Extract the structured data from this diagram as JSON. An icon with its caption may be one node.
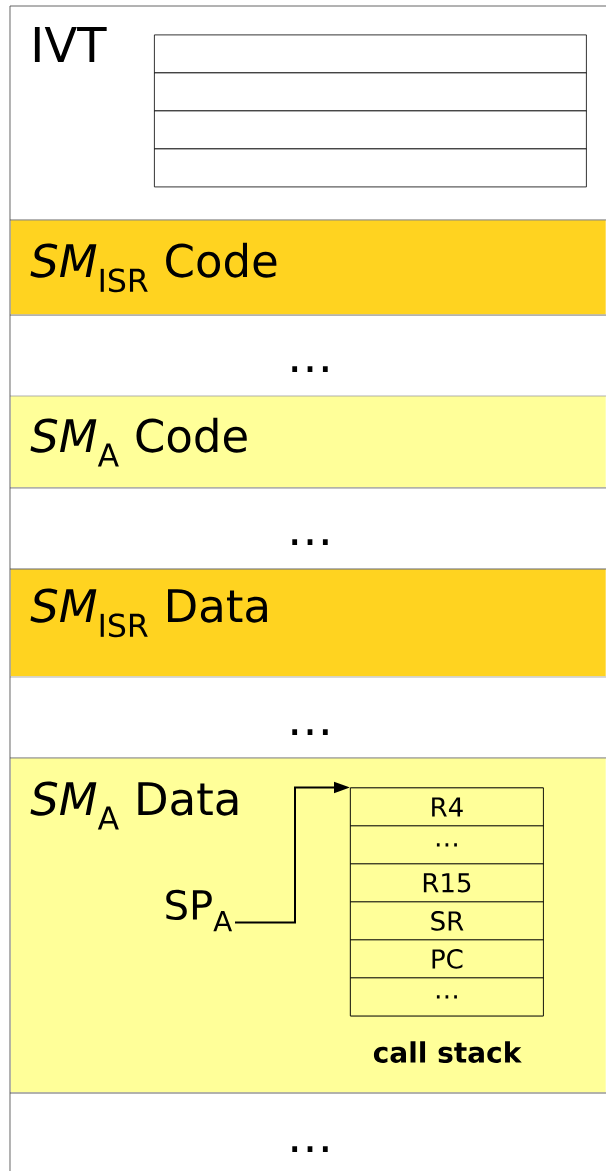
{
  "diagram": {
    "nodes": [
      {
        "text": [
          "IVT"
        ]
      },
      {
        "text": [],
        "shape": "box",
        "in": 0
      },
      {
        "text": [],
        "shape": "box",
        "in": 0
      },
      {
        "text": [],
        "shape": "box",
        "in": 0
      },
      {
        "text": [],
        "shape": "box",
        "in": 0
      },
      {
        "text": [
          "*SM*$_{ISR}$ Code"
        ]
      },
      {
        "text": [
          "…"
        ]
      },
      {
        "text": [
          "*SM*$_{A}$ Code"
        ]
      },
      {
        "text": [
          "…"
        ]
      },
      {
        "text": [
          "*SM*$_{ISR}$ Data"
        ]
      },
      {
        "text": [
          "…"
        ]
      },
      {
        "text": [
          "*SM*$_{A}$ Data"
        ]
      },
      {
        "text": [
          "SP$_{A}$"
        ],
        "in": 11
      },
      {
        "text": [
          "call stack"
        ],
        "in": 11
      },
      {
        "text": [
          "R4"
        ],
        "in": 13
      },
      {
        "text": [
          "…"
        ],
        "in": 13
      },
      {
        "text": [
          "R15"
        ],
        "in": 13
      },
      {
        "text": [
          "SR"
        ],
        "in": 13
      },
      {
        "text": [
          "PC"
        ],
        "in": 13
      },
      {
        "text": [
          "…"
        ],
        "in": 13
      },
      {
        "text": [
          "…"
        ]
      }
    ],
    "edges": [
      {
        "from": 12,
        "to": 14,
        "arrow": "to"
      }
    ]
  }
}
